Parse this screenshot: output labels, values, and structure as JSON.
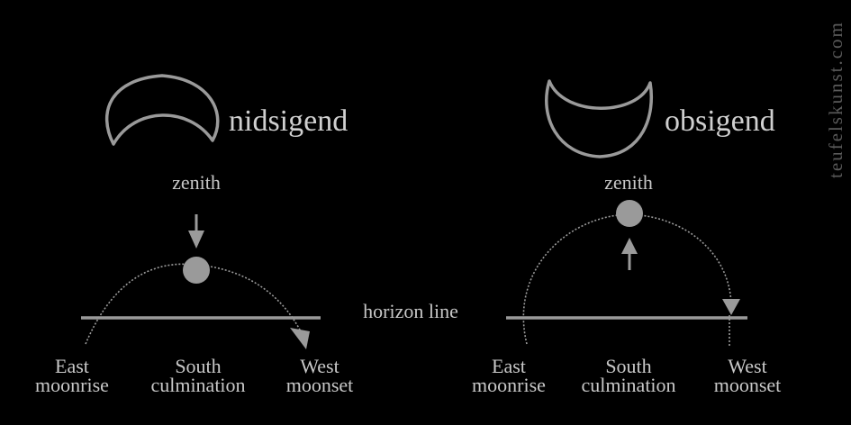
{
  "colors": {
    "background": "#000000",
    "stroke": "#9a9a9a",
    "text": "#c8c8c8",
    "watermark": "#5a5a5a"
  },
  "watermark": "teufelskunst.com",
  "center_label": "horizon line",
  "panels": [
    {
      "id": "nidsigend",
      "title": "nidsigend",
      "moon_icon": "crescent-up-icon",
      "zenith": "zenith",
      "arrow": "arrow-down-icon",
      "labels": [
        {
          "line1": "East",
          "line2": "moonrise"
        },
        {
          "line1": "South",
          "line2": "culmination"
        },
        {
          "line1": "West",
          "line2": "moonset"
        }
      ]
    },
    {
      "id": "obsigend",
      "title": "obsigend",
      "moon_icon": "crescent-bowl-icon",
      "zenith": "zenith",
      "arrow": "arrow-up-icon",
      "labels": [
        {
          "line1": "East",
          "line2": "moonrise"
        },
        {
          "line1": "South",
          "line2": "culmination"
        },
        {
          "line1": "West",
          "line2": "moonset"
        }
      ]
    }
  ]
}
